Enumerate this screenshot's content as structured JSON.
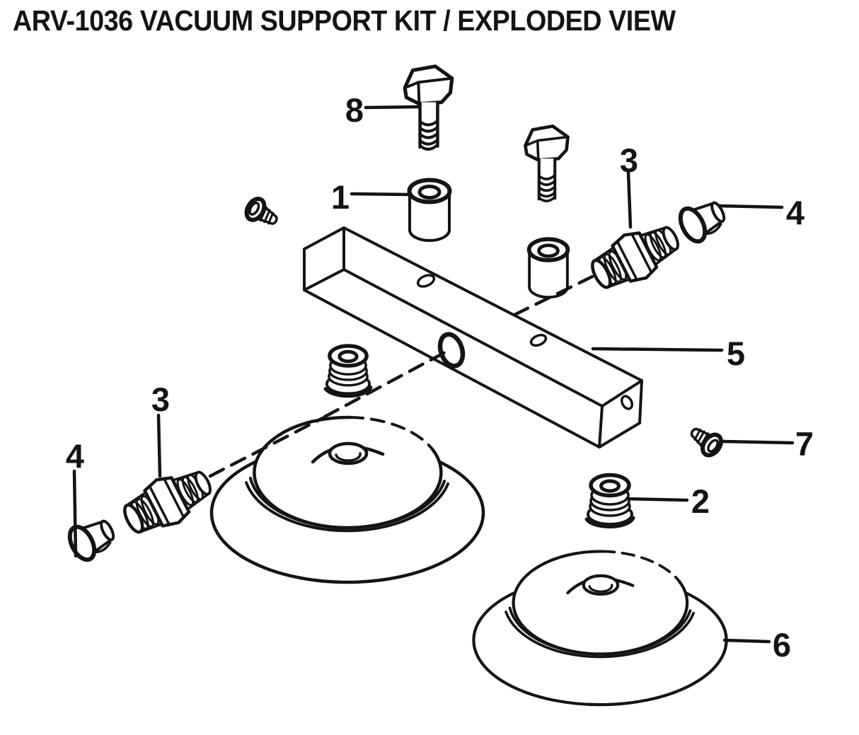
{
  "title": "ARV-1036 VACUUM SUPPORT KIT / EXPLODED VIEW",
  "colors": {
    "ink": "#141414",
    "background": "#ffffff"
  },
  "callouts": [
    {
      "label": "8"
    },
    {
      "label": "1"
    },
    {
      "label": "3"
    },
    {
      "label": "4"
    },
    {
      "label": "5"
    },
    {
      "label": "7"
    },
    {
      "label": "2"
    },
    {
      "label": "3"
    },
    {
      "label": "4"
    },
    {
      "label": "6"
    }
  ]
}
